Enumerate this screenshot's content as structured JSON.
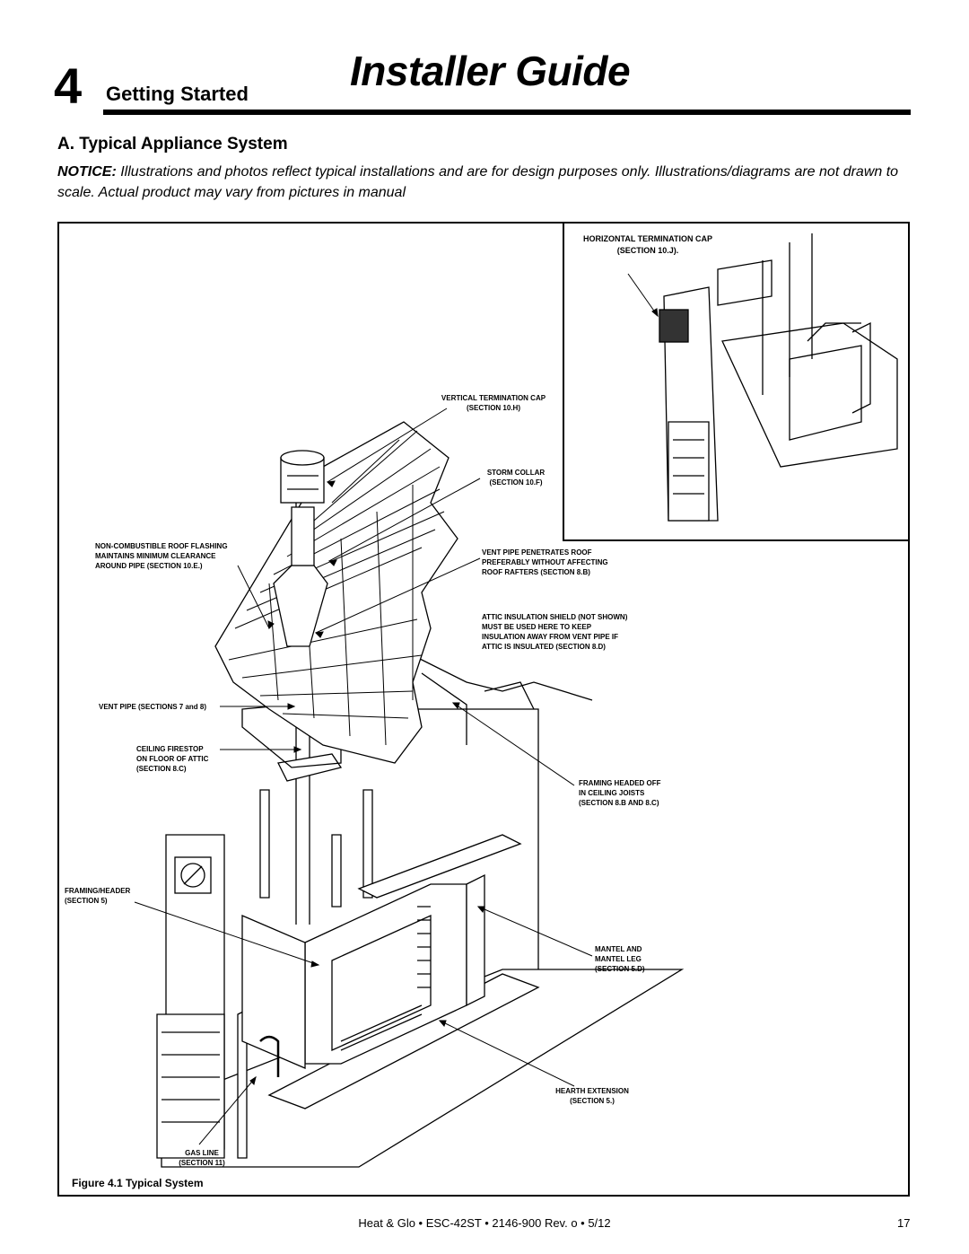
{
  "header": {
    "section_number": "4",
    "section_title": "Getting Started",
    "doc_title": "Installer Guide"
  },
  "subheading": "A. Typical Appliance System",
  "notice": {
    "label": "NOTICE:",
    "text": "Illustrations and photos reflect typical installations and are for design purposes only. Illustrations/diagrams are not drawn to scale. Actual product may vary from pictures in manual"
  },
  "callouts": {
    "horizontal_cap": "HORIZONTAL TERMINATION CAP\n(SECTION 10.J).",
    "vertical_cap": "VERTICAL TERMINATION CAP\n(SECTION 10.H)",
    "storm_collar": "STORM COLLAR\n(SECTION 10.F)",
    "roof_flashing": "NON-COMBUSTIBLE ROOF FLASHING\nMAINTAINS MINIMUM CLEARANCE\nAROUND PIPE (SECTION 10.E.)",
    "vent_penetrates": "VENT PIPE PENETRATES ROOF\nPREFERABLY WITHOUT AFFECTING\nROOF RAFTERS (SECTION 8.B)",
    "attic_shield": "ATTIC INSULATION SHIELD (NOT SHOWN)\nMUST BE USED HERE TO KEEP\nINSULATION AWAY FROM VENT PIPE IF\nATTIC IS INSULATED (SECTION 8.D)",
    "vent_pipe": "VENT PIPE (SECTIONS 7 and 8)",
    "ceiling_firestop": "CEILING FIRESTOP\nON FLOOR OF ATTIC\n(SECTION 8.C)",
    "framing_headed": "FRAMING HEADED OFF\nIN CEILING JOISTS\n(SECTION 8.B AND 8.C)",
    "framing_header": "FRAMING/HEADER\n(SECTION 5)",
    "mantel": "MANTEL AND\nMANTEL LEG\n(SECTION 5.D)",
    "hearth": "HEARTH EXTENSION\n(SECTION 5.)",
    "gas_line": "GAS LINE\n(SECTION 11)"
  },
  "figure_caption": "Figure 4.1  Typical System",
  "footer": {
    "text": "Heat & Glo  •  ESC-42ST  •  2146-900 Rev. o  •  5/12",
    "page": "17"
  }
}
